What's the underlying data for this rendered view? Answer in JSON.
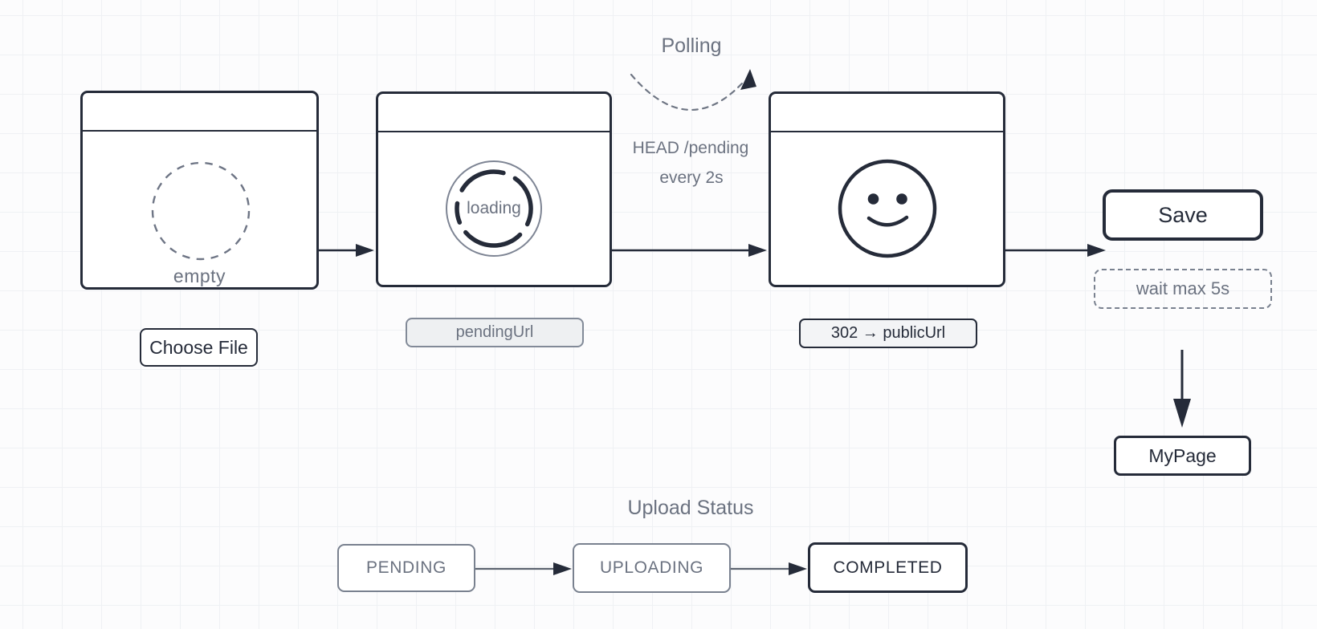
{
  "flow": {
    "step1": {
      "caption": "empty",
      "action": "Choose File"
    },
    "step2": {
      "caption": "loading",
      "badge": "pendingUrl"
    },
    "step3": {
      "badge": "302 → publicUrl"
    },
    "polling": {
      "title": "Polling",
      "detail_line1": "HEAD /pending",
      "detail_line2": "every 2s"
    },
    "save_label": "Save",
    "wait_note": "wait max 5s",
    "result_label": "MyPage"
  },
  "status": {
    "title": "Upload Status",
    "states": [
      {
        "label": "PENDING"
      },
      {
        "label": "UPLOADING"
      },
      {
        "label": "COMPLETED"
      }
    ]
  },
  "colors": {
    "ink": "#252b39",
    "muted_text": "#6b7280",
    "muted_border": "#79818f",
    "badge_fill": "#eef0f2",
    "canvas_bg": "#fcfcfd",
    "grid_line": "#eff1f4"
  }
}
